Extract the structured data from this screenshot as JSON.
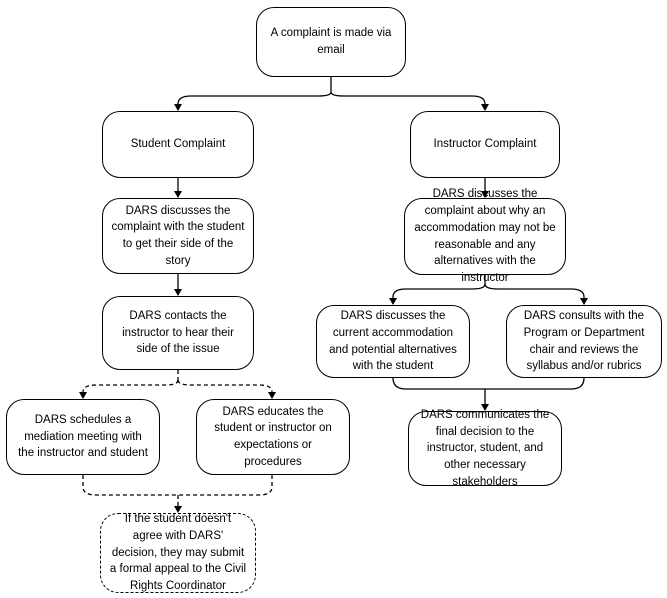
{
  "nodes": {
    "start": "A complaint is made via email",
    "student_complaint": "Student Complaint",
    "instructor_complaint": "Instructor Complaint",
    "student_discuss": "DARS discusses the complaint with the student to get their side of the story",
    "student_contact_instructor": "DARS contacts the instructor to hear their side of the issue",
    "mediation": "DARS schedules a mediation meeting with the instructor and student",
    "educate": "DARS educates the student or instructor on expectations or procedures",
    "appeal": "If the student doesn't agree with DARS' decision, they may submit a formal appeal to the Civil Rights Coordinator",
    "instructor_discuss": "DARS discusses the complaint about why an accommodation may not be reasonable and any alternatives with the instructor",
    "discuss_with_student": "DARS discusses the current accommodation and potential alternatives with the student",
    "consult_chair": "DARS consults with the Program or Department chair and reviews the syllabus and/or rubrics",
    "communicate_final": "DARS communicates the final decision to the instructor, student, and other necessary stakeholders"
  }
}
